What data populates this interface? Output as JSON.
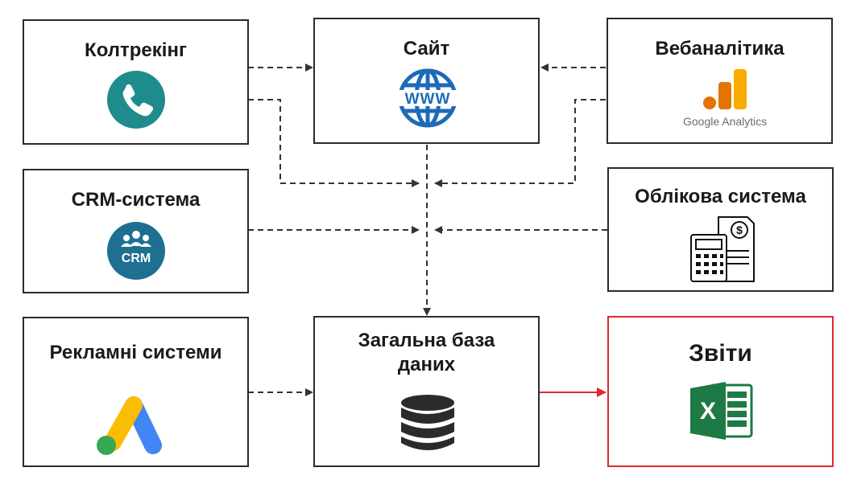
{
  "nodes": {
    "calltracking": {
      "label": "Колтрекінг",
      "icon": "phone-icon"
    },
    "site": {
      "label": "Сайт",
      "icon": "www-globe-icon"
    },
    "webanalytics": {
      "label": "Вебаналітика",
      "icon": "google-analytics-logo",
      "sublabel": "Google Analytics"
    },
    "crm": {
      "label": "CRM-система",
      "icon": "crm-icon",
      "icon_text": "CRM"
    },
    "accounting": {
      "label": "Облікова система",
      "icon": "calculator-invoice-icon"
    },
    "ads": {
      "label": "Рекламні системи",
      "icon": "google-ads-logo"
    },
    "database": {
      "label_line1": "Загальна база",
      "label_line2": "даних",
      "icon": "database-icon"
    },
    "reports": {
      "label": "Звіти",
      "icon": "excel-icon"
    }
  },
  "colors": {
    "border": "#2b2b2b",
    "highlight": "#e3282d",
    "teal": "#1e8c8c",
    "crm_blue": "#1f6f92",
    "www_blue": "#1e6ab8",
    "ga_yellow": "#f9ab00",
    "ga_orange": "#e37400",
    "excel_green": "#1e7a45"
  },
  "edges": [
    {
      "from": "calltracking",
      "to": "site",
      "style": "dashed"
    },
    {
      "from": "webanalytics",
      "to": "site",
      "style": "dashed"
    },
    {
      "from": "calltracking",
      "to": "database",
      "style": "dashed"
    },
    {
      "from": "webanalytics",
      "to": "database",
      "style": "dashed"
    },
    {
      "from": "site",
      "to": "database",
      "style": "dashed"
    },
    {
      "from": "crm",
      "to": "database",
      "style": "dashed"
    },
    {
      "from": "accounting",
      "to": "database",
      "style": "dashed"
    },
    {
      "from": "ads",
      "to": "database",
      "style": "dashed"
    },
    {
      "from": "database",
      "to": "reports",
      "style": "solid-red"
    }
  ]
}
